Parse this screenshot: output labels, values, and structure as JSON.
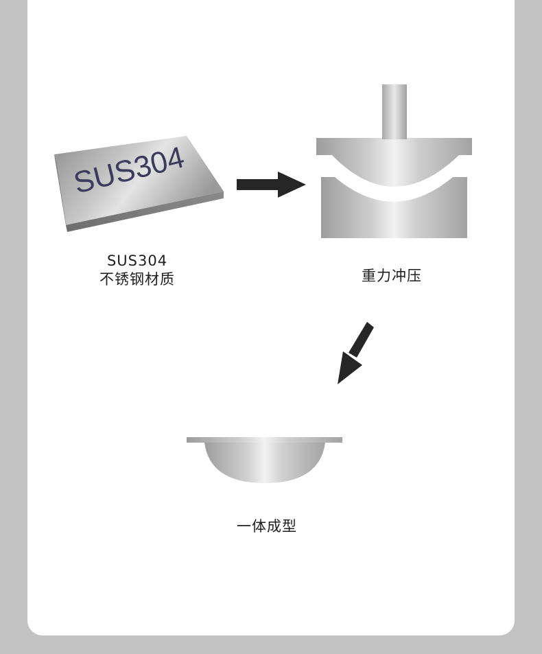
{
  "steps": [
    {
      "plate_text": "SUS304",
      "line1": "SUS304",
      "line2": "不锈钢材质"
    },
    {
      "line1": "重力冲压"
    },
    {
      "line1": "一体成型"
    }
  ],
  "colors": {
    "page_bg": "#c2c2c2",
    "card_bg": "#ffffff",
    "arrow": "#262626",
    "text": "#1e1e1e",
    "plate_text": "#3d3b5c"
  }
}
